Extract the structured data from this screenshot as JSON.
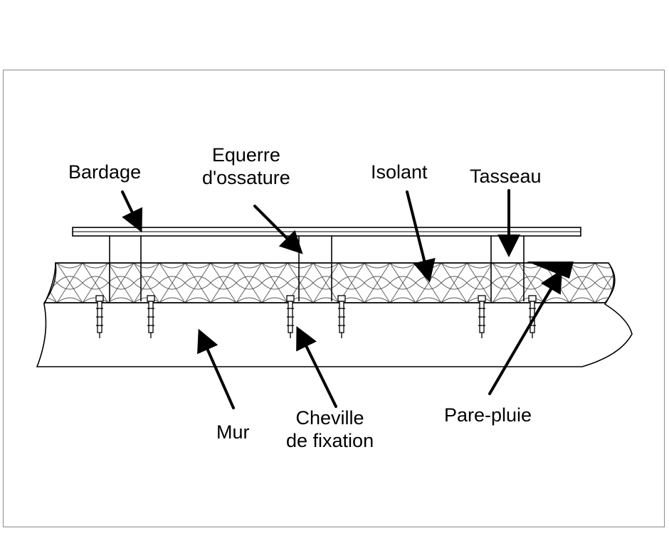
{
  "labels": {
    "bardage": "Bardage",
    "equerre_line1": "Equerre",
    "equerre_line2": "d'ossature",
    "isolant": "Isolant",
    "tasseau": "Tasseau",
    "mur": "Mur",
    "cheville_line1": "Cheville",
    "cheville_line2": "de fixation",
    "pare_pluie": "Pare-pluie"
  },
  "colors": {
    "line": "#000000",
    "frame": "#8a8a8a",
    "background": "#ffffff"
  }
}
